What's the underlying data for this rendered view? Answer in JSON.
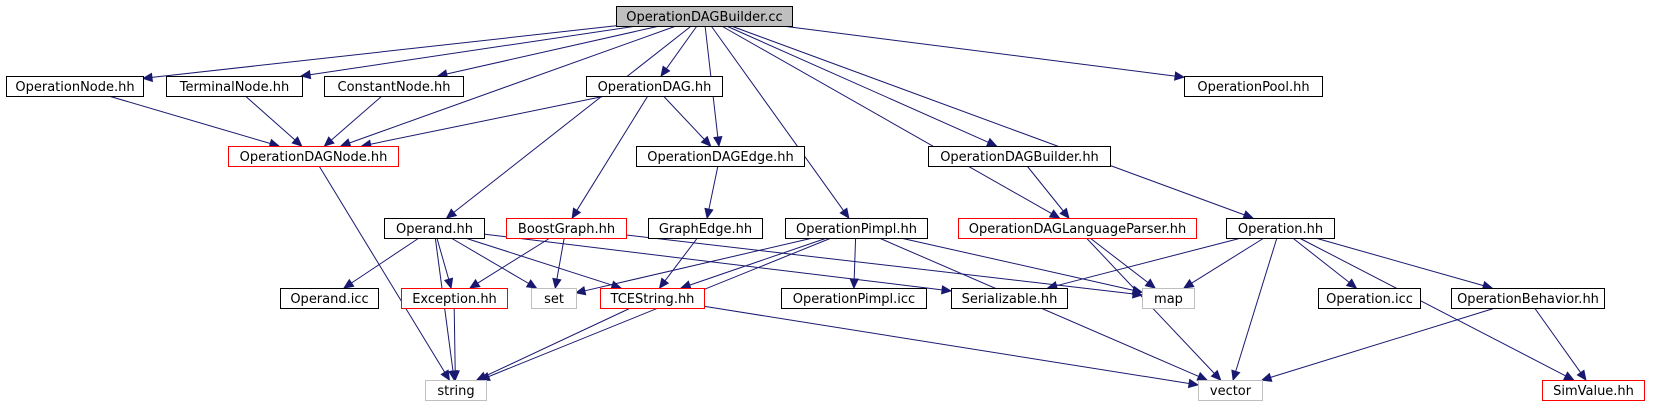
{
  "title": "OperationDAGBuilder.cc",
  "colors": {
    "root_fill": "#bfbfbf",
    "root_stroke": "#000000",
    "normal_stroke": "#000000",
    "truncated_stroke": "#ff0000",
    "external_stroke": "#bfbfbf",
    "edge": "#191970",
    "text": "#000000"
  },
  "nodes": [
    {
      "id": "root",
      "label": "OperationDAGBuilder.cc",
      "kind": "root"
    },
    {
      "id": "opnode",
      "label": "OperationNode.hh",
      "kind": "normal"
    },
    {
      "id": "termnode",
      "label": "TerminalNode.hh",
      "kind": "normal"
    },
    {
      "id": "constnode",
      "label": "ConstantNode.hh",
      "kind": "normal"
    },
    {
      "id": "opdag",
      "label": "OperationDAG.hh",
      "kind": "normal"
    },
    {
      "id": "oppool",
      "label": "OperationPool.hh",
      "kind": "normal"
    },
    {
      "id": "opdagnode",
      "label": "OperationDAGNode.hh",
      "kind": "truncated"
    },
    {
      "id": "opdagedge",
      "label": "OperationDAGEdge.hh",
      "kind": "normal"
    },
    {
      "id": "opdagbuilderh",
      "label": "OperationDAGBuilder.hh",
      "kind": "normal"
    },
    {
      "id": "operand",
      "label": "Operand.hh",
      "kind": "normal"
    },
    {
      "id": "boostgraph",
      "label": "BoostGraph.hh",
      "kind": "truncated"
    },
    {
      "id": "graphedge",
      "label": "GraphEdge.hh",
      "kind": "normal"
    },
    {
      "id": "oppimpl",
      "label": "OperationPimpl.hh",
      "kind": "normal"
    },
    {
      "id": "langparser",
      "label": "OperationDAGLanguageParser.hh",
      "kind": "truncated"
    },
    {
      "id": "operation",
      "label": "Operation.hh",
      "kind": "normal"
    },
    {
      "id": "operandicc",
      "label": "Operand.icc",
      "kind": "normal"
    },
    {
      "id": "exception",
      "label": "Exception.hh",
      "kind": "truncated"
    },
    {
      "id": "set",
      "label": "set",
      "kind": "external"
    },
    {
      "id": "tcestring",
      "label": "TCEString.hh",
      "kind": "truncated"
    },
    {
      "id": "oppimplicc",
      "label": "OperationPimpl.icc",
      "kind": "normal"
    },
    {
      "id": "serializable",
      "label": "Serializable.hh",
      "kind": "normal"
    },
    {
      "id": "map",
      "label": "map",
      "kind": "external"
    },
    {
      "id": "operationicc",
      "label": "Operation.icc",
      "kind": "normal"
    },
    {
      "id": "opbehavior",
      "label": "OperationBehavior.hh",
      "kind": "normal"
    },
    {
      "id": "string",
      "label": "string",
      "kind": "external"
    },
    {
      "id": "vector",
      "label": "vector",
      "kind": "external"
    },
    {
      "id": "simvalue",
      "label": "SimValue.hh",
      "kind": "truncated"
    }
  ],
  "edges": [
    [
      "root",
      "opnode"
    ],
    [
      "root",
      "termnode"
    ],
    [
      "root",
      "constnode"
    ],
    [
      "root",
      "opdagnode"
    ],
    [
      "root",
      "opdag"
    ],
    [
      "root",
      "opdagedge"
    ],
    [
      "root",
      "operand"
    ],
    [
      "root",
      "oppimpl"
    ],
    [
      "root",
      "langparser"
    ],
    [
      "root",
      "opdagbuilderh"
    ],
    [
      "root",
      "operation"
    ],
    [
      "root",
      "oppool"
    ],
    [
      "opnode",
      "opdagnode"
    ],
    [
      "termnode",
      "opdagnode"
    ],
    [
      "constnode",
      "opdagnode"
    ],
    [
      "opdag",
      "opdagnode"
    ],
    [
      "opdag",
      "opdagedge"
    ],
    [
      "opdag",
      "boostgraph"
    ],
    [
      "opdagnode",
      "string"
    ],
    [
      "opdagedge",
      "graphedge"
    ],
    [
      "graphedge",
      "tcestring"
    ],
    [
      "opdagbuilderh",
      "langparser"
    ],
    [
      "operand",
      "operandicc"
    ],
    [
      "operand",
      "exception"
    ],
    [
      "operand",
      "set"
    ],
    [
      "operand",
      "tcestring"
    ],
    [
      "operand",
      "serializable"
    ],
    [
      "operand",
      "string"
    ],
    [
      "boostgraph",
      "exception"
    ],
    [
      "boostgraph",
      "set"
    ],
    [
      "boostgraph",
      "map"
    ],
    [
      "exception",
      "string"
    ],
    [
      "tcestring",
      "string"
    ],
    [
      "tcestring",
      "vector"
    ],
    [
      "oppimpl",
      "set"
    ],
    [
      "oppimpl",
      "tcestring"
    ],
    [
      "oppimpl",
      "oppimplicc"
    ],
    [
      "oppimpl",
      "map"
    ],
    [
      "oppimpl",
      "vector"
    ],
    [
      "oppimpl",
      "string"
    ],
    [
      "langparser",
      "map"
    ],
    [
      "langparser",
      "vector"
    ],
    [
      "operation",
      "serializable"
    ],
    [
      "operation",
      "map"
    ],
    [
      "operation",
      "vector"
    ],
    [
      "operation",
      "operationicc"
    ],
    [
      "operation",
      "opbehavior"
    ],
    [
      "operation",
      "simvalue"
    ],
    [
      "opbehavior",
      "vector"
    ],
    [
      "opbehavior",
      "simvalue"
    ]
  ]
}
